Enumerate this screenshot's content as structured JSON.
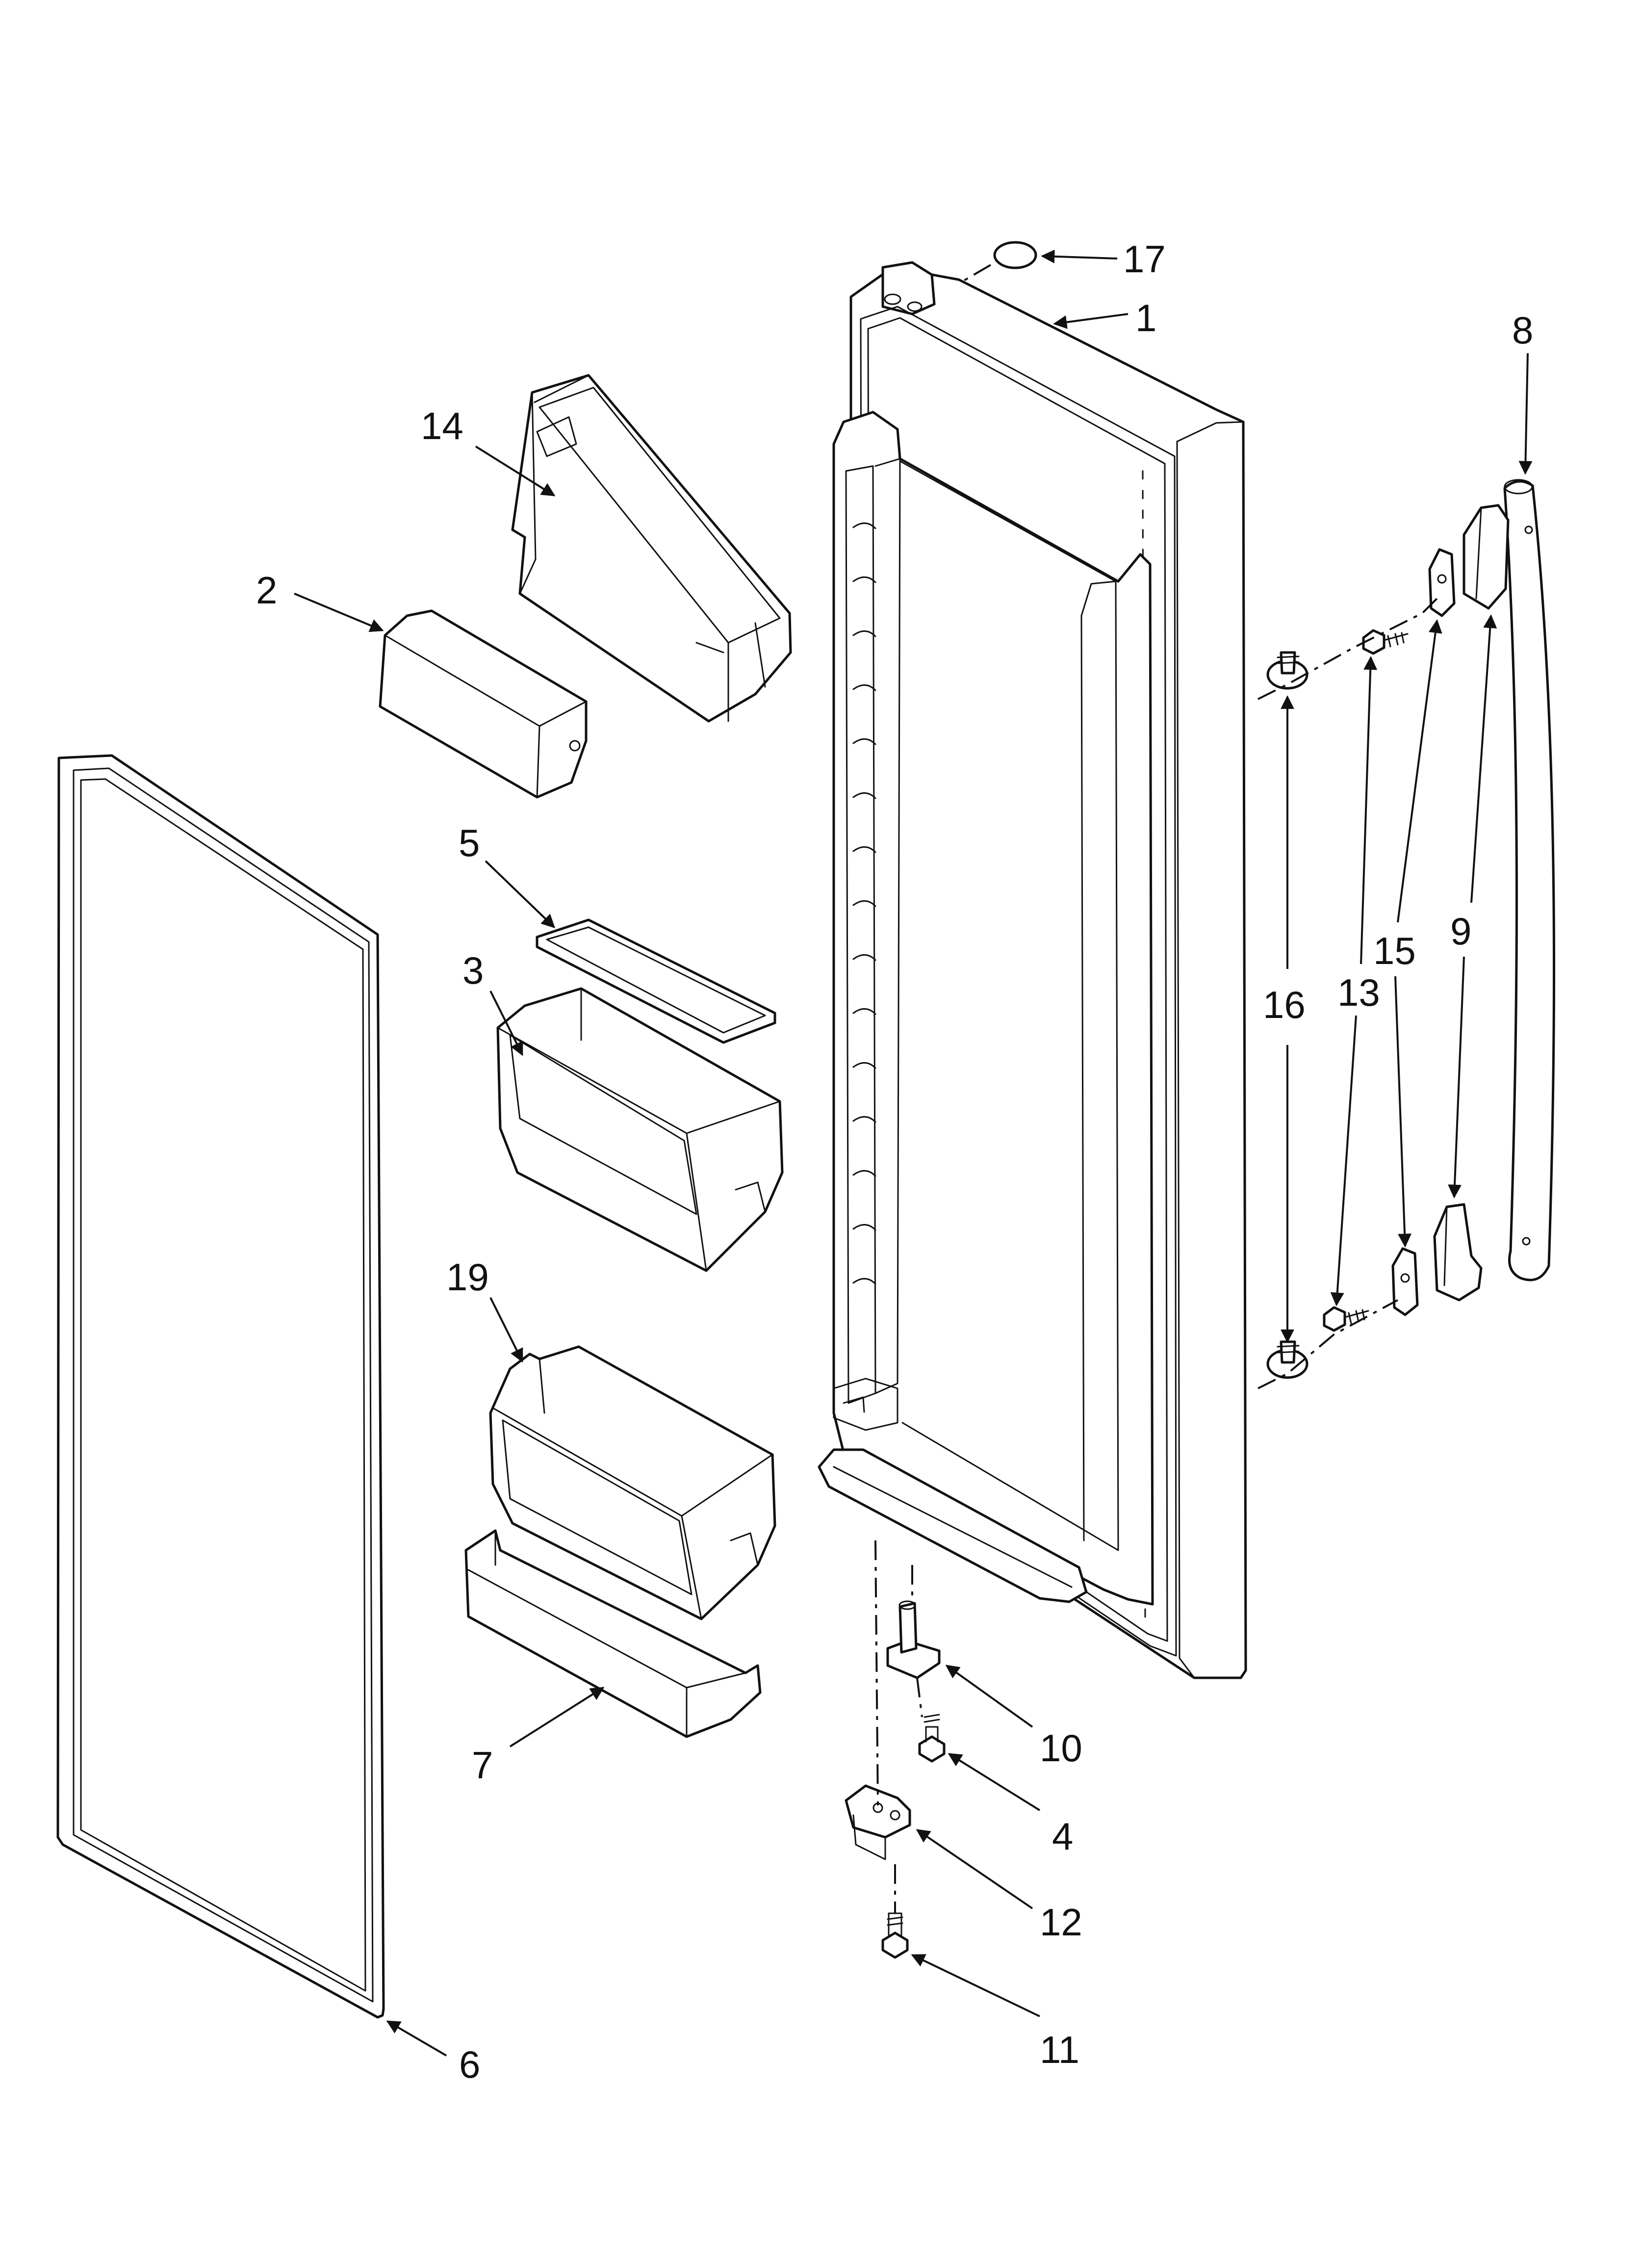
{
  "diagram": {
    "callouts": {
      "c1": "1",
      "c2": "2",
      "c3": "3",
      "c4": "4",
      "c5": "5",
      "c6": "6",
      "c7": "7",
      "c8": "8",
      "c9": "9",
      "c10": "10",
      "c11": "11",
      "c12": "12",
      "c13": "13",
      "c14": "14",
      "c15": "15",
      "c16": "16",
      "c17": "17",
      "c19": "19"
    }
  }
}
